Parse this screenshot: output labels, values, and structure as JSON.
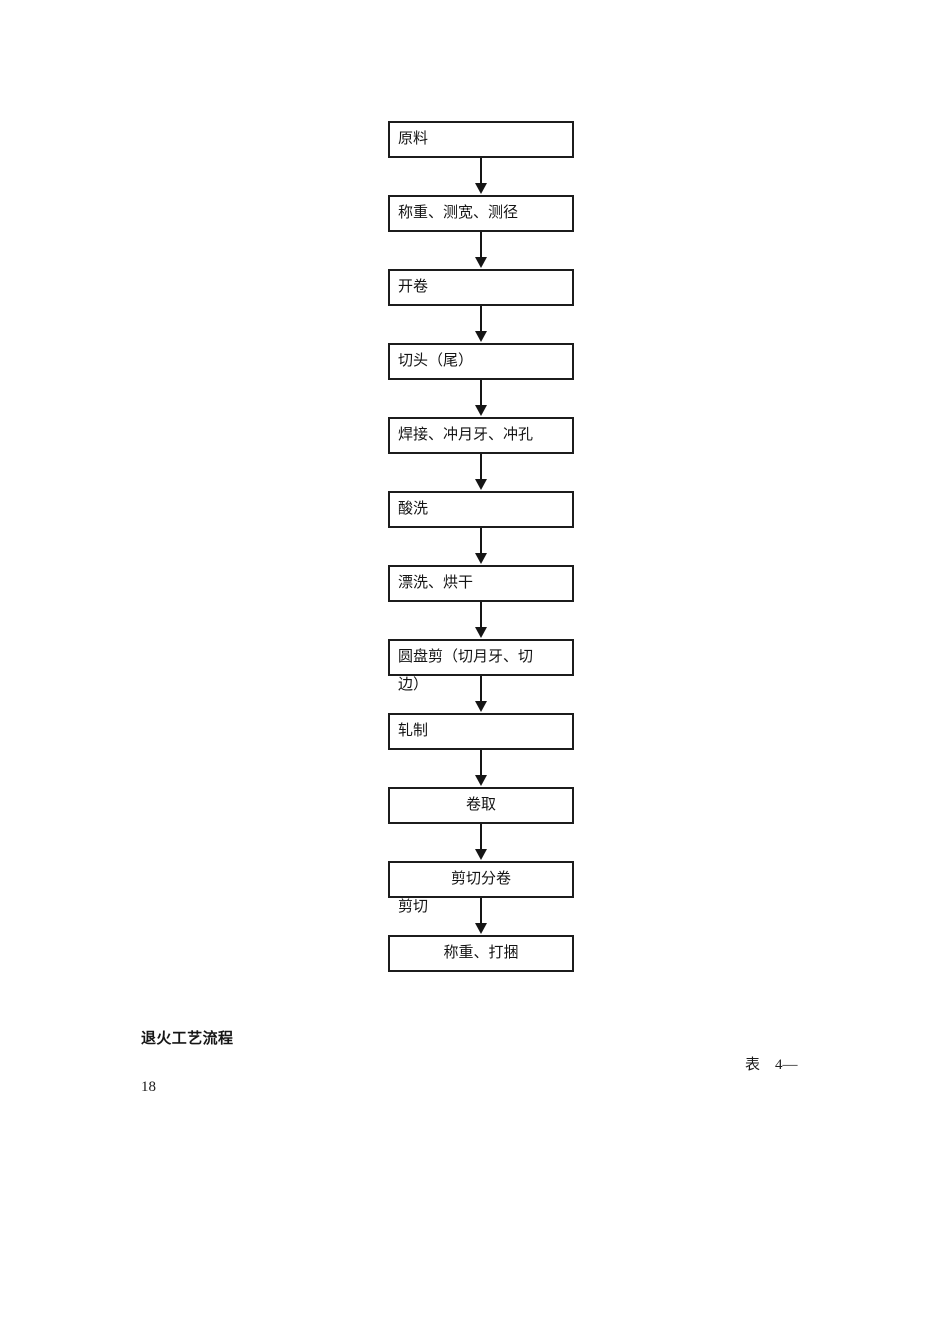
{
  "document": {
    "page_number": "18",
    "caption_heading": "退火工艺流程",
    "table_label": "表　4—"
  },
  "flowchart": {
    "title": "退火工艺流程",
    "orientation": "top-to-bottom",
    "arrow_glyph": "down-arrow",
    "nodes": [
      {
        "id": "raw-material",
        "label": "原料",
        "align": "left",
        "overflow": false
      },
      {
        "id": "weigh-measure",
        "label": "称重、测宽、测径",
        "align": "left",
        "overflow": false
      },
      {
        "id": "uncoil",
        "label": "开卷",
        "align": "left",
        "overflow": false
      },
      {
        "id": "crop-head-tail",
        "label": "切头（尾）",
        "align": "left",
        "overflow": false
      },
      {
        "id": "weld-punch",
        "label": "焊接、冲月牙、冲孔",
        "align": "left",
        "overflow": false
      },
      {
        "id": "pickling",
        "label": "酸洗",
        "align": "left",
        "overflow": false
      },
      {
        "id": "rinse-dry",
        "label": "漂洗、烘干",
        "align": "left",
        "overflow": false
      },
      {
        "id": "disc-shear",
        "label": "圆盘剪（切月牙、切",
        "label2": "边）",
        "align": "left",
        "overflow": true
      },
      {
        "id": "rolling",
        "label": "轧制",
        "align": "left",
        "overflow": false
      },
      {
        "id": "coiling",
        "label": "卷取",
        "align": "center",
        "overflow": false
      },
      {
        "id": "shear-slit",
        "label": "剪切分卷",
        "label2": "剪切",
        "align": "center",
        "overflow": true,
        "spill_left": true
      },
      {
        "id": "weigh-bundle",
        "label": "称重、打捆",
        "align": "center",
        "overflow": false
      }
    ]
  }
}
